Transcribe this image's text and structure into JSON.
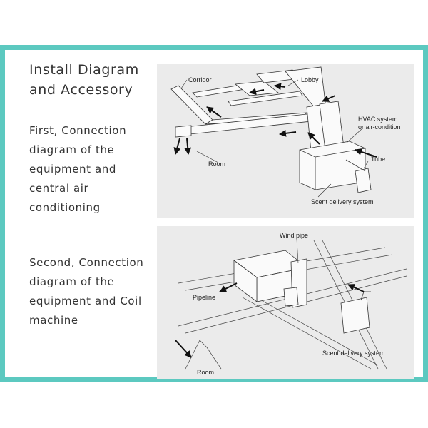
{
  "title": "Install Diagram and Accessory",
  "sections": [
    {
      "text": "First, Connection diagram of the equipment and central air conditioning"
    },
    {
      "text": "Second, Connection diagram of the equipment and Coil machine"
    }
  ],
  "diagram1": {
    "labels": {
      "corridor": "Corridor",
      "lobby": "Lobby",
      "hvac_line1": "HVAC system",
      "hvac_line2": "or air-condition",
      "tube": "Tube",
      "room": "Room",
      "scent": "Scent delivery system"
    }
  },
  "diagram2": {
    "labels": {
      "wind_pipe": "Wind pipe",
      "pipeline": "Pipeline",
      "scent": "Scent delivery system",
      "room": "Room"
    }
  },
  "colors": {
    "frame": "#5cc9c0",
    "panel": "#ebebeb",
    "text": "#333333"
  }
}
